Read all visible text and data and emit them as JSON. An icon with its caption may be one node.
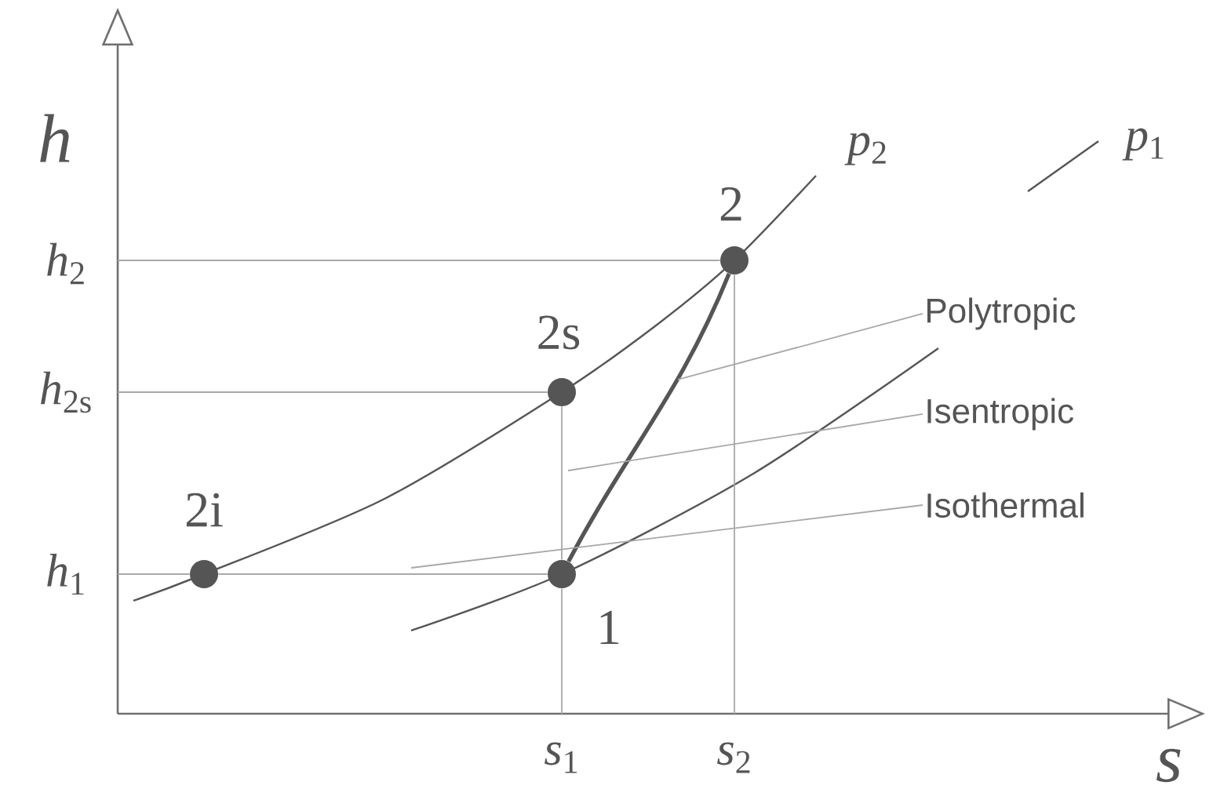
{
  "diagram": {
    "nodes": [
      {
        "text": [],
        "shape": "circle",
        "beside": [
          "2"
        ]
      },
      {
        "text": [],
        "shape": "circle",
        "beside": [
          "2s"
        ]
      },
      {
        "text": [],
        "shape": "circle",
        "beside": [
          "2i"
        ]
      },
      {
        "text": [],
        "shape": "circle",
        "beside": [
          "1"
        ]
      },
      {
        "text": [
          "Polytropic"
        ]
      },
      {
        "text": [
          "Isentropic"
        ]
      },
      {
        "text": [
          "Isothermal"
        ]
      }
    ],
    "edges": [
      {
        "from": 3,
        "to": 0,
        "arrow": "none",
        "style": "thick",
        "color": "#555555"
      },
      {
        "from": 3,
        "to": 1,
        "arrow": "none"
      },
      {
        "from": 3,
        "to": 2,
        "arrow": "none"
      },
      {
        "from": 4,
        "to": null,
        "arrow": "none"
      },
      {
        "from": 5,
        "to": null,
        "arrow": "none"
      },
      {
        "from": 6,
        "to": null,
        "arrow": "none"
      },
      {
        "from": 0,
        "to": null,
        "arrow": "none"
      },
      {
        "from": 0,
        "to": null,
        "arrow": "none"
      },
      {
        "from": 1,
        "to": null,
        "arrow": "none"
      },
      {
        "from": 3,
        "to": null,
        "arrow": "none"
      },
      {
        "from": 2,
        "to": null,
        "arrow": "none"
      }
    ],
    "labels": [
      "h",
      "*p*$_{2}$",
      "*p*$_{1}$",
      "*h*$_{2}$",
      "*h*$_{2s}$",
      "*h*$_{1}$",
      "*s*$_{1}$",
      "*s*$_{2}$",
      "s"
    ]
  }
}
